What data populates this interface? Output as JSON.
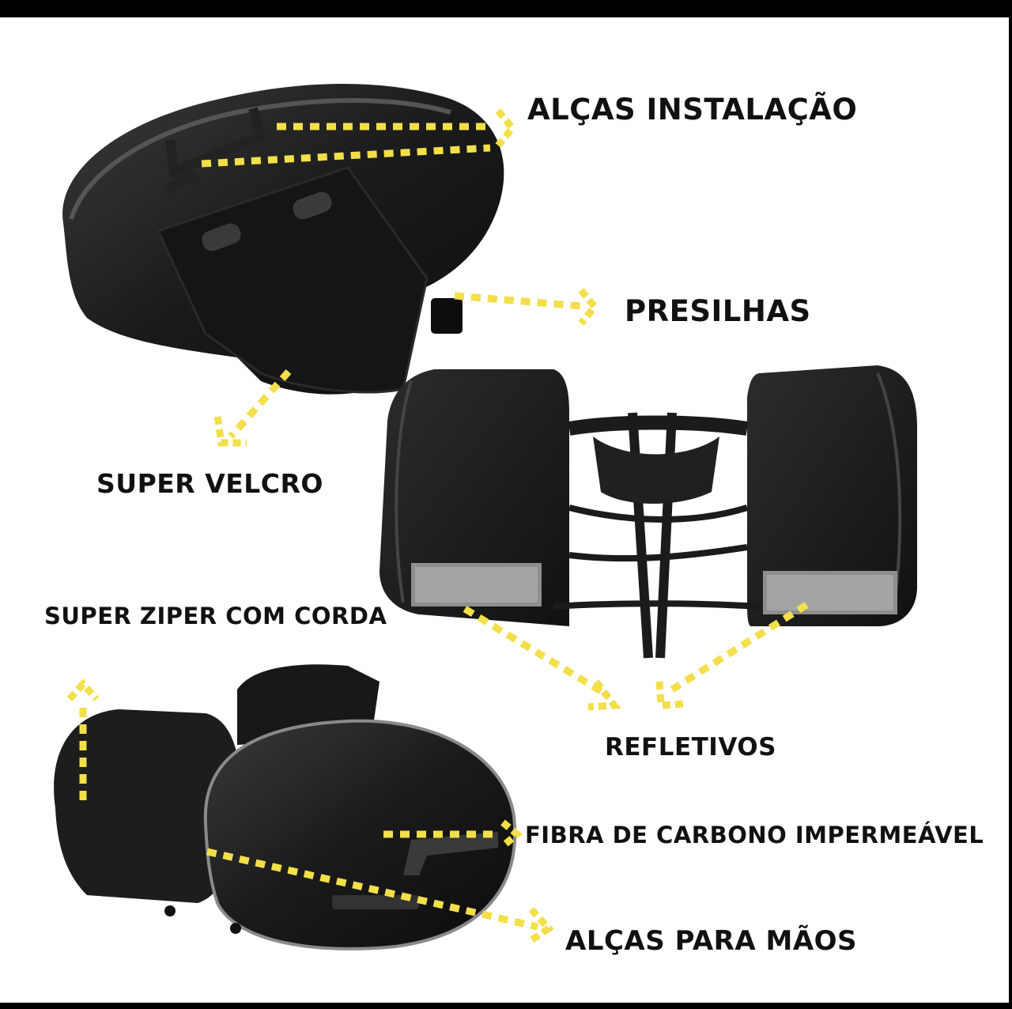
{
  "labels": {
    "alcas_instalacao": "ALÇAS INSTALAÇÃO",
    "presilhas": "PRESILHAS",
    "super_velcro": "SUPER VELCRO",
    "super_ziper": "SUPER ZIPER COM CORDA",
    "refletivos": "REFLETIVOS",
    "fibra_carbono": "FIBRA DE CARBONO IMPERMEÁVEL",
    "alcas_maos": "ALÇAS PARA MÃOS"
  },
  "colors": {
    "background": "#ffffff",
    "frame": "#000000",
    "arrow": "#f2df4a",
    "bag": "#1b1b1b",
    "reflective": "#9a9a9a"
  }
}
